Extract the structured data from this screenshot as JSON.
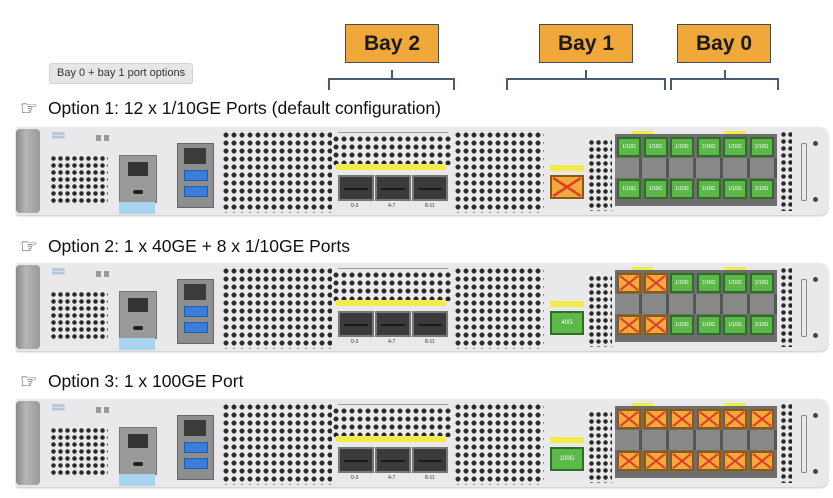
{
  "tooltip": "Bay 0 + bay 1 port options",
  "bays": [
    {
      "label": "Bay 2"
    },
    {
      "label": "Bay 1"
    },
    {
      "label": "Bay 0"
    }
  ],
  "colors": {
    "bay_label": "#f0a83a",
    "port_enabled": "#5db84a",
    "port_disabled": "#f4a93a",
    "disabled_cross": "#e03a2a",
    "bracket": "#4a5a70"
  },
  "options": [
    {
      "title": "Option 1: 12 x 1/10GE Ports (default configuration)",
      "icon": "pointing-hand-icon",
      "bay2_qsfp_labels": [
        "0-3",
        "4-7",
        "8-11"
      ],
      "bay1_port": {
        "label": "",
        "state": "disabled"
      },
      "bay0_ports_top": [
        {
          "label": "1/10G",
          "state": "enabled"
        },
        {
          "label": "1/10G",
          "state": "enabled"
        },
        {
          "label": "1/10G",
          "state": "enabled"
        },
        {
          "label": "1/10G",
          "state": "enabled"
        },
        {
          "label": "1/10G",
          "state": "enabled"
        },
        {
          "label": "1/10G",
          "state": "enabled"
        }
      ],
      "bay0_ports_bottom": [
        {
          "label": "1/10G",
          "state": "enabled"
        },
        {
          "label": "1/10G",
          "state": "enabled"
        },
        {
          "label": "1/10G",
          "state": "enabled"
        },
        {
          "label": "1/10G",
          "state": "enabled"
        },
        {
          "label": "1/10G",
          "state": "enabled"
        },
        {
          "label": "1/10G",
          "state": "enabled"
        }
      ]
    },
    {
      "title": "Option 2: 1 x 40GE + 8 x 1/10GE Ports",
      "icon": "pointing-hand-icon",
      "bay2_qsfp_labels": [
        "0-3",
        "4-7",
        "8-11"
      ],
      "bay1_port": {
        "label": "40G",
        "state": "enabled"
      },
      "bay0_ports_top": [
        {
          "label": "",
          "state": "disabled"
        },
        {
          "label": "",
          "state": "disabled"
        },
        {
          "label": "1/10G",
          "state": "enabled"
        },
        {
          "label": "1/10G",
          "state": "enabled"
        },
        {
          "label": "1/10G",
          "state": "enabled"
        },
        {
          "label": "1/10G",
          "state": "enabled"
        }
      ],
      "bay0_ports_bottom": [
        {
          "label": "",
          "state": "disabled"
        },
        {
          "label": "",
          "state": "disabled"
        },
        {
          "label": "1/10G",
          "state": "enabled"
        },
        {
          "label": "1/10G",
          "state": "enabled"
        },
        {
          "label": "1/10G",
          "state": "enabled"
        },
        {
          "label": "1/10G",
          "state": "enabled"
        }
      ]
    },
    {
      "title": "Option 3: 1 x 100GE Port",
      "icon": "pointing-hand-icon",
      "bay2_qsfp_labels": [
        "0-3",
        "4-7",
        "8-11"
      ],
      "bay1_port": {
        "label": "100G",
        "state": "enabled"
      },
      "bay0_ports_top": [
        {
          "label": "",
          "state": "disabled"
        },
        {
          "label": "",
          "state": "disabled"
        },
        {
          "label": "",
          "state": "disabled"
        },
        {
          "label": "",
          "state": "disabled"
        },
        {
          "label": "",
          "state": "disabled"
        },
        {
          "label": "",
          "state": "disabled"
        }
      ],
      "bay0_ports_bottom": [
        {
          "label": "",
          "state": "disabled"
        },
        {
          "label": "",
          "state": "disabled"
        },
        {
          "label": "",
          "state": "disabled"
        },
        {
          "label": "",
          "state": "disabled"
        },
        {
          "label": "",
          "state": "disabled"
        },
        {
          "label": "",
          "state": "disabled"
        }
      ]
    }
  ]
}
